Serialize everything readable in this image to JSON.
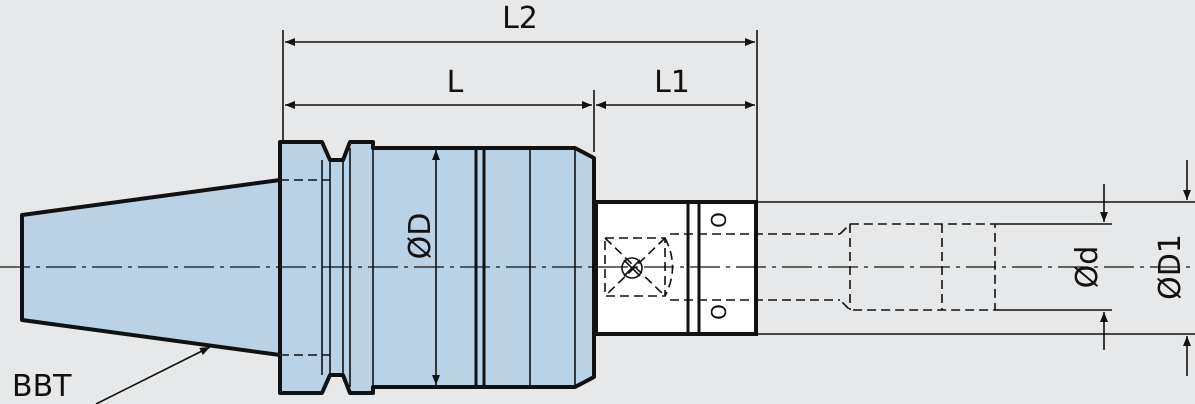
{
  "labels": {
    "l2": "L2",
    "l": "L",
    "l1": "L1",
    "od": "ØD",
    "small_d": "Ød",
    "d1": "ØD1",
    "bbt": "BBT",
    "ring1": "O",
    "ring2": "O"
  },
  "colors": {
    "background": "#e7e8e9",
    "holder_body": "#b9d2e6",
    "extension": "#ffffff",
    "lines": "#111111"
  }
}
